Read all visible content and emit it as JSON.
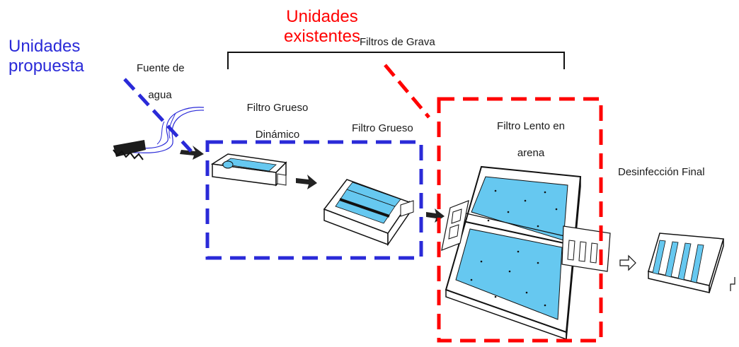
{
  "labels": {
    "proposed": "Unidades\npropuesta",
    "existing": "Unidades\nexistentes",
    "gravel_filters": "Filtros de Grava",
    "water_source": "Fuente de\nagua",
    "dynamic_filter": "Filtro Grueso\nDinámico",
    "coarse_filter": "Filtro Grueso",
    "slow_sand_filter": "Filtro Lento en\narena",
    "final_disinfection": "Desinfección Final"
  },
  "colors": {
    "proposed": "#2a2ad8",
    "existing": "#ff0000",
    "water": "#66c8f0",
    "ink": "#111111"
  }
}
